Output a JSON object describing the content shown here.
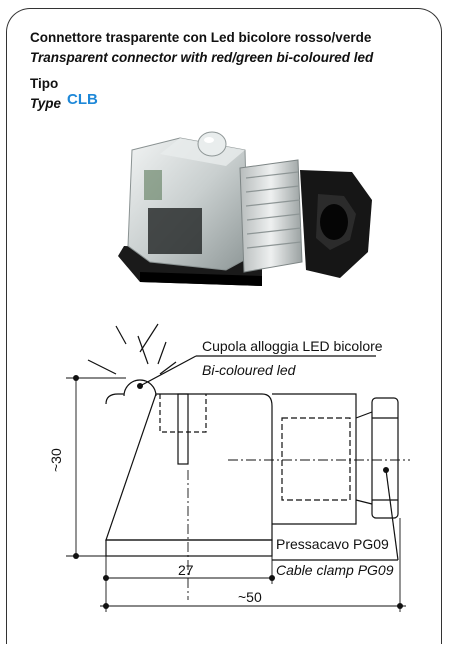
{
  "header": {
    "title_it": "Connettore trasparente con Led bicolore rosso/verde",
    "title_en": "Transparent connector with red/green bi-coloured led",
    "tipo_label": "Tipo",
    "type_label": "Type",
    "type_code": "CLB"
  },
  "drawing": {
    "led_label_it": "Cupola alloggia LED bicolore",
    "led_label_en": "Bi-coloured led",
    "clamp_label_it": "Pressacavo PG09",
    "clamp_label_en": "Cable clamp PG09",
    "dim_height": "~30",
    "dim_width_body": "27",
    "dim_width_total": "~50"
  }
}
